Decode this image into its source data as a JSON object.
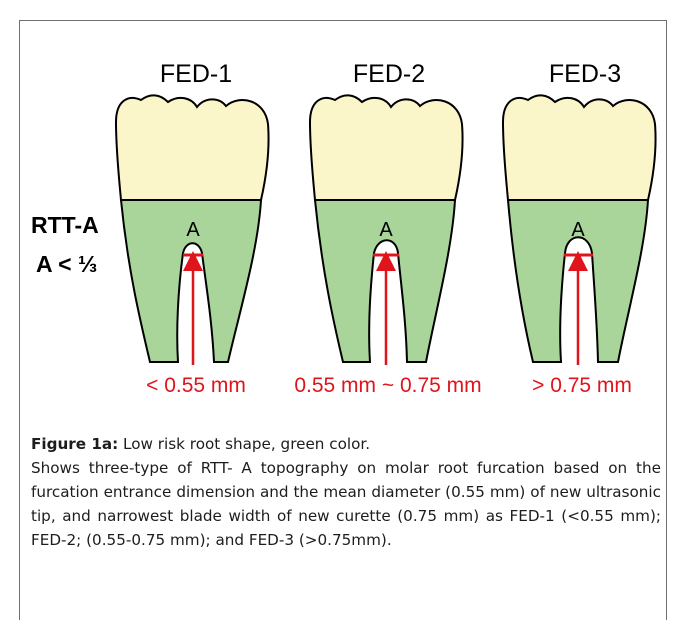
{
  "figure": {
    "columns": [
      {
        "label": "FED-1",
        "marker": "A",
        "measure": "< 0.55 mm",
        "gap": "narrow"
      },
      {
        "label": "FED-2",
        "marker": "A",
        "measure": "0.55 mm ~ 0.75 mm",
        "gap": "medium"
      },
      {
        "label": "FED-3",
        "marker": "A",
        "measure": "> 0.75 mm",
        "gap": "wide"
      }
    ],
    "row_label_line1": "RTT-A",
    "row_label_line2": "A < ⅓",
    "colors": {
      "crown": "#fbf6c9",
      "root": "#a9d59a",
      "outline": "#000000",
      "measure": "#e0141b"
    }
  },
  "caption": {
    "title": "Figure 1a:",
    "title_rest": " Low risk root shape, green color.",
    "body": "Shows three-type of RTT- A topography on molar root furcation based on the furcation entrance dimension and the mean diameter (0.55 mm) of new ultrasonic tip, and narrowest blade width of new curette (0.75 mm) as FED-1 (<0.55 mm); FED-2; (0.55-0.75 mm); and FED-3 (>0.75mm)."
  }
}
